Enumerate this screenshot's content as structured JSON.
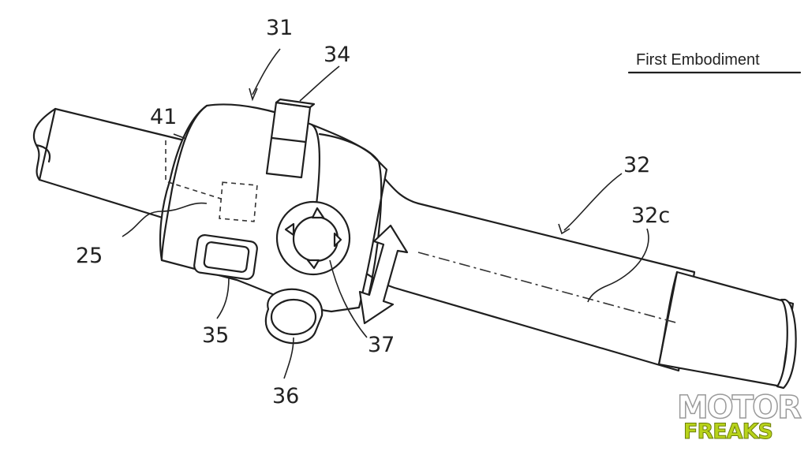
{
  "caption": "First Embodiment",
  "labels": {
    "l25": "25",
    "l31": "31",
    "l32": "32",
    "l32c": "32c",
    "l34": "34",
    "l35": "35",
    "l36": "36",
    "l37": "37",
    "l41": "41"
  },
  "watermark": {
    "top": "MOTOR",
    "bottom": "FREAKS"
  }
}
